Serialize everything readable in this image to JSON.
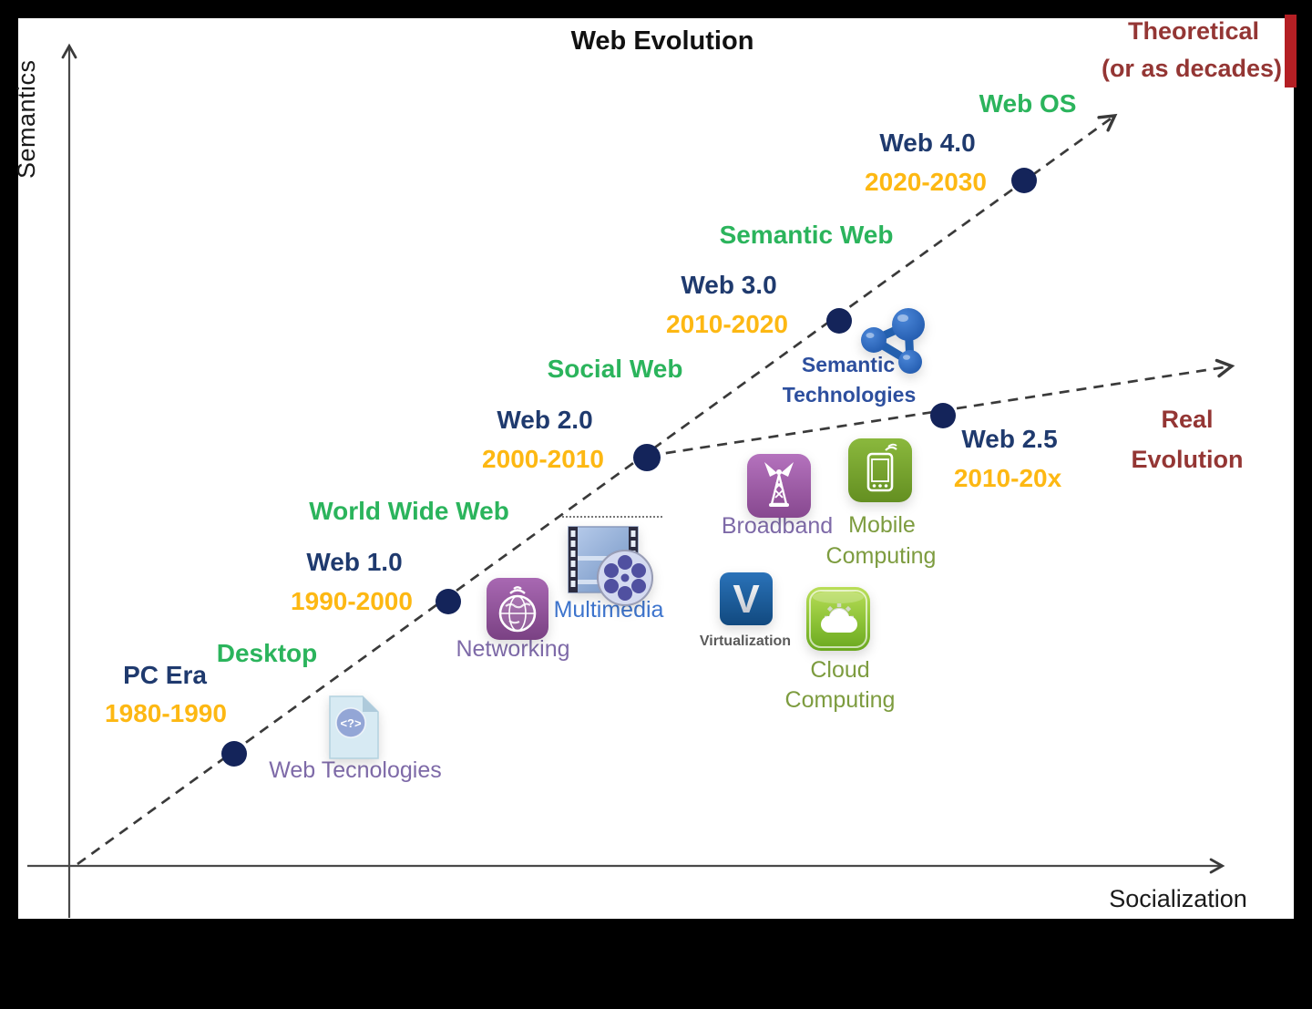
{
  "title": "Web Evolution",
  "axes": {
    "y": "Semantics",
    "x": "Socialization"
  },
  "annotations": {
    "theoretical_line1": "Theoretical",
    "theoretical_line2": "(or as decades)",
    "real_line1": "Real",
    "real_line2": "Evolution"
  },
  "eras": {
    "pc": {
      "name": "PC Era",
      "years": "1980-1990",
      "phase": "Desktop"
    },
    "web1": {
      "name": "Web 1.0",
      "years": "1990-2000",
      "phase": "World Wide Web"
    },
    "web2": {
      "name": "Web 2.0",
      "years": "2000-2010",
      "phase": "Social Web"
    },
    "web3": {
      "name": "Web 3.0",
      "years": "2010-2020",
      "phase": "Semantic Web"
    },
    "web4": {
      "name": "Web 4.0",
      "years": "2020-2030",
      "phase": "Web OS"
    },
    "web25": {
      "name": "Web 2.5",
      "years": "2010-20x"
    }
  },
  "tech": {
    "web_technologies": {
      "label": "Web Tecnologies"
    },
    "networking": {
      "label": "Networking"
    },
    "multimedia": {
      "label": "Multimedia"
    },
    "broadband": {
      "label": "Broadband"
    },
    "mobile": {
      "line1": "Mobile",
      "line2": "Computing"
    },
    "virtualization": {
      "label": "Virtualization"
    },
    "cloud": {
      "line1": "Cloud",
      "line2": "Computing"
    },
    "semantic": {
      "line1": "Semantic",
      "line2": "Technologies"
    }
  },
  "icons": {
    "web_technologies": "document-code-icon",
    "networking": "globe-network-icon",
    "multimedia": "film-reel-icon",
    "broadband": "radio-tower-icon",
    "mobile": "smartphone-icon",
    "virtualization": "letter-v-icon",
    "cloud": "cloud-gear-icon",
    "semantic": "rdf-graph-icon"
  },
  "colors": {
    "era_name": "#1f3a6e",
    "years": "#fdb813",
    "phase_green": "#2bb45c",
    "annotation_red": "#943634",
    "tech_purple": "#7e6aa8",
    "tech_olive": "#7d9c3f",
    "tech_blue": "#3d74cd",
    "semantic_navy": "#2d4f9e",
    "virtualization_gray": "#5a5a5a",
    "dot_navy": "#14245a",
    "red_bar": "#b41f24"
  },
  "chart_data": {
    "type": "scatter",
    "title": "Web Evolution",
    "xlabel": "Socialization",
    "ylabel": "Semantics",
    "series": [
      {
        "name": "Theoretical (or as decades)",
        "points": [
          "PC Era 1980-1990",
          "Web 1.0 1990-2000",
          "Web 2.0 2000-2010",
          "Web 3.0 2010-2020",
          "Web 4.0 2020-2030"
        ]
      },
      {
        "name": "Real Evolution",
        "points": [
          "Web 2.0 2000-2010",
          "Web 2.5 2010-20x"
        ]
      }
    ]
  }
}
